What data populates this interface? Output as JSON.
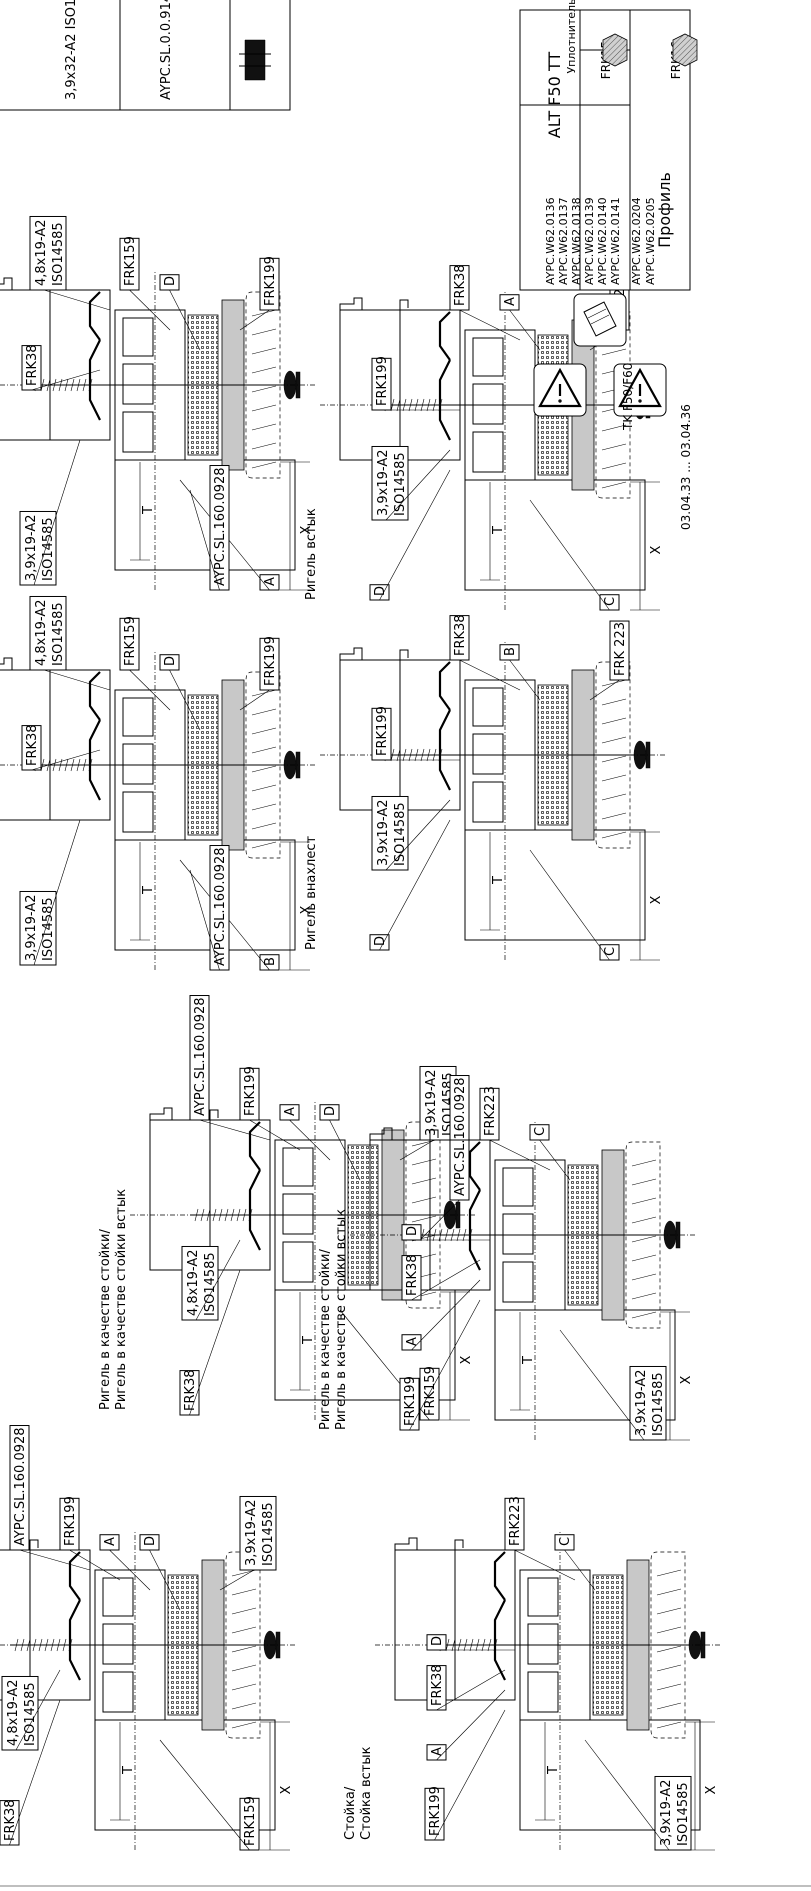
{
  "page": {
    "background": "#ffffff",
    "ink": "#000000",
    "hatch_grey": "#c8c8c8"
  },
  "table": {
    "series": "ALT F50 TT",
    "seal_header": "Уплотнитель D",
    "profile_header": "Профиль",
    "rows": [
      {
        "profiles": [
          "AYPC.W62.0204",
          "AYPC.W62.0205"
        ],
        "seal": "FRK15"
      },
      {
        "profiles": [
          "AYPC.W62.0136",
          "AYPC.W62.0137",
          "AYPC.W62.0138",
          "AYPC.W62.0139",
          "AYPC.W62.0140",
          "AYPC.W62.0141"
        ],
        "seal": "FRK16"
      }
    ]
  },
  "partial_table": {
    "cell1": "AYPC.SL.0.0.914 (24 мм)",
    "cell2": "3,9x32-A2 ISO14586"
  },
  "warnings": {
    "system": "TK F50/F60",
    "codes": "03.04.33 ... 03.04.36"
  },
  "details": {
    "top_left": {
      "title": [
        "Стойка/",
        "Стойка встык"
      ],
      "labels": [
        "FRK38",
        "4,8x19-A2",
        "ISO14585",
        "AYPC.SL.160.0928",
        "FRK199",
        "A",
        "D",
        "FRK159",
        "3,9x19-A2",
        "ISO14585",
        "X",
        "T"
      ]
    },
    "top_mid": {
      "title": [
        "Ригель в качестве стойки/",
        "Ригель в качестве стойки встык"
      ],
      "labels": [
        "FRK38",
        "4,8x19-A2",
        "ISO14585",
        "AYPC.SL.160.0928",
        "FRK199",
        "A",
        "D",
        "FRK159",
        "3,9x19-A2",
        "ISO14585",
        "AYPC.SL.160.0928",
        "X",
        "T"
      ]
    },
    "top_right_1": {
      "title": [
        "Ригель внахлест"
      ],
      "labels": [
        "3,9x19-A2",
        "ISO14585",
        "FRK38",
        "4,8x19-A2",
        "ISO14585",
        "FRK159",
        "D",
        "B",
        "FRK199",
        "AYPC.SL.160.0928",
        "X",
        "T"
      ]
    },
    "top_right_2": {
      "title": [
        "Ригель встык"
      ],
      "labels": [
        "3,9x19-A2",
        "ISO14585",
        "FRK38",
        "4,8x19-A2",
        "ISO14585",
        "FRK159",
        "D",
        "A",
        "FRK199",
        "AYPC.SL.160.0928",
        "X",
        "T"
      ]
    },
    "bottom_left": {
      "title": [
        "Стойка/",
        "Стойка встык"
      ],
      "labels": [
        "FRK199",
        "A",
        "FRK38",
        "D",
        "FRK223",
        "C",
        "3,9x19-A2",
        "ISO14585",
        "X",
        "T"
      ]
    },
    "bottom_mid": {
      "title": [
        "Ригель в качестве стойки/",
        "Ригель в качестве стойки встык"
      ],
      "labels": [
        "FRK199",
        "A",
        "FRK38",
        "D",
        "FRK223",
        "C",
        "3,9x19-A2",
        "ISO14585",
        "X",
        "T"
      ]
    },
    "bottom_right_1": {
      "title": [
        "Ригель внахлест"
      ],
      "labels": [
        "D",
        "3,9x19-A2",
        "ISO14585",
        "FRK199",
        "FRK38",
        "B",
        "C",
        "FRK 223",
        "X",
        "T"
      ]
    },
    "bottom_right_2": {
      "title": [
        "Ригель встык"
      ],
      "labels": [
        "D",
        "3,9x19-A2",
        "ISO14585",
        "FRK199",
        "FRK38",
        "A",
        "C",
        "FRK 223",
        "X",
        "T"
      ]
    }
  }
}
